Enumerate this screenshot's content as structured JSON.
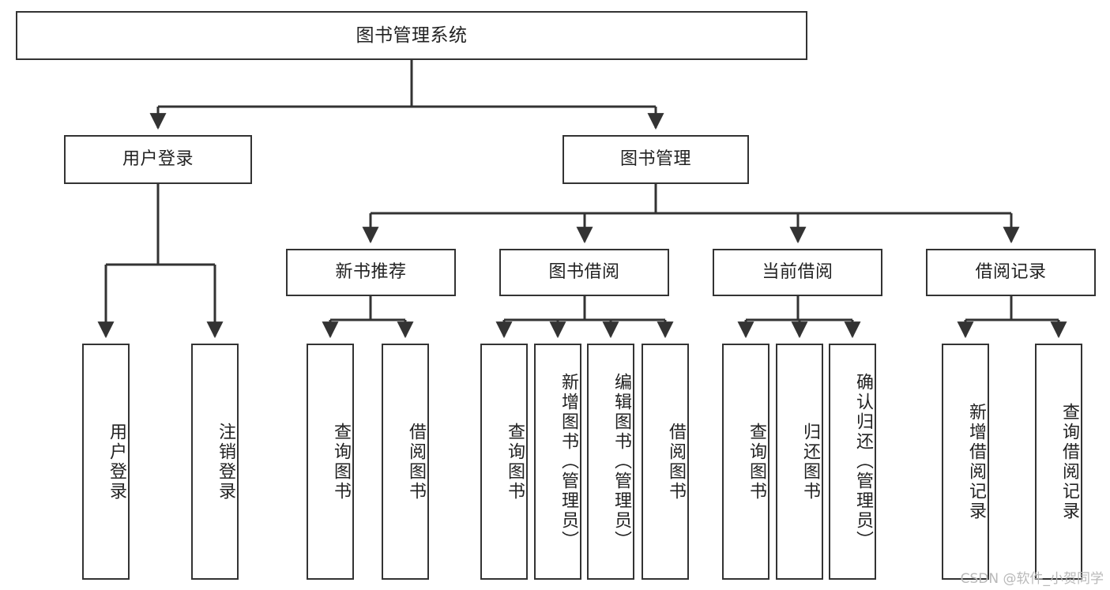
{
  "diagram": {
    "title": "图书管理系统",
    "type": "tree-hierarchy",
    "watermark": "CSDN @软件_小贺同学",
    "colors": {
      "stroke": "#333333",
      "fill": "#ffffff",
      "text": "#222222",
      "watermark": "#b9b9b9"
    },
    "root": {
      "label": "图书管理系统"
    },
    "level2": [
      {
        "label": "用户登录"
      },
      {
        "label": "图书管理"
      }
    ],
    "level3": [
      {
        "label": "新书推荐"
      },
      {
        "label": "图书借阅"
      },
      {
        "label": "当前借阅"
      },
      {
        "label": "借阅记录"
      }
    ],
    "leaves": {
      "user_login": [
        {
          "label": "用户登录"
        },
        {
          "label": "注销登录"
        }
      ],
      "new_book_recommend": [
        {
          "label": "查询图书"
        },
        {
          "label": "借阅图书"
        }
      ],
      "book_borrow": [
        {
          "label": "查询图书"
        },
        {
          "label": "新增图书（管理员）"
        },
        {
          "label": "编辑图书（管理员）"
        },
        {
          "label": "借阅图书"
        }
      ],
      "current_borrow": [
        {
          "label": "查询图书"
        },
        {
          "label": "归还图书"
        },
        {
          "label": "确认归还（管理员）"
        }
      ],
      "borrow_record": [
        {
          "label": "新增借阅记录"
        },
        {
          "label": "查询借阅记录"
        }
      ]
    }
  }
}
